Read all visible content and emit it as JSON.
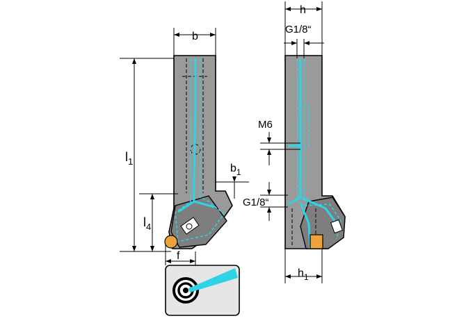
{
  "labels": {
    "b": "b",
    "b1_main": "b",
    "b1_sub": "1",
    "l1_main": "l",
    "l1_sub": "1",
    "l4_main": "l",
    "l4_sub": "4",
    "f": "f",
    "h": "h",
    "g18_top": "G1/8“",
    "m6": "M6",
    "g18_side": "G1/8“",
    "h1_main": "h",
    "h1_sub": "1"
  },
  "colors": {
    "body": "#9a9a9a",
    "coolant": "#2fd3e6",
    "insert": "#f0a23a"
  },
  "icons": {
    "coolant_symbol": "coolant-target-icon"
  }
}
